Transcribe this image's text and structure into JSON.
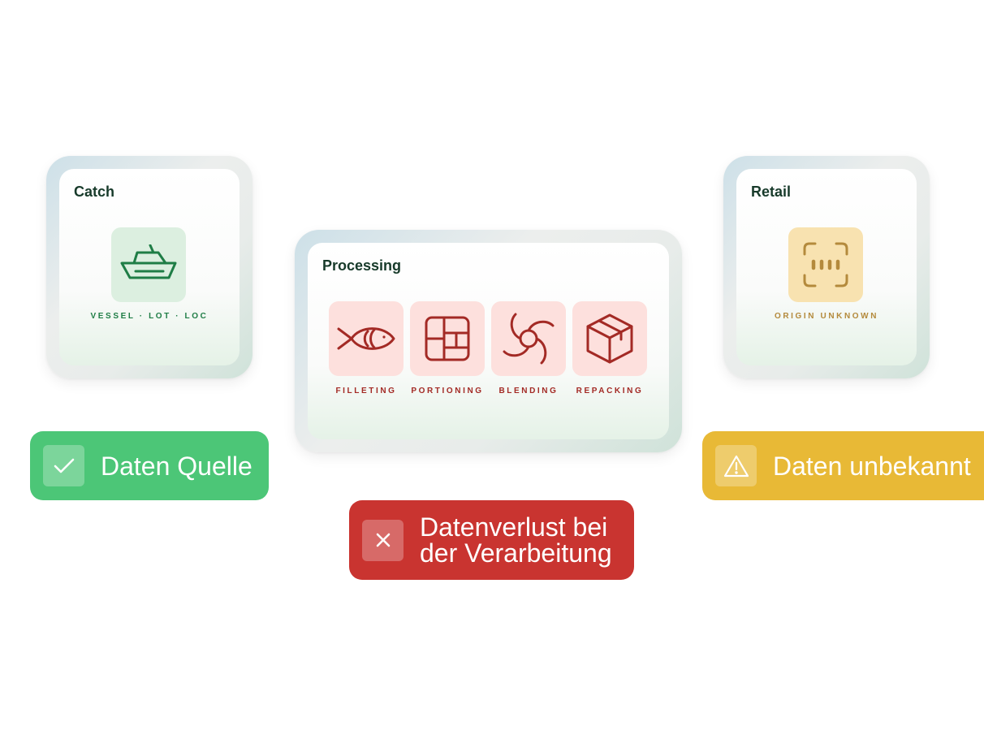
{
  "colors": {
    "green": "#4cc677",
    "red": "#c93430",
    "yellow": "#e8b936",
    "green_tile": "#dcefe0",
    "red_tile": "#fde0dd",
    "yellow_tile": "#f8e2b0",
    "green_ink": "#1f7d46",
    "red_ink": "#a32a25",
    "yellow_ink": "#b48a3c",
    "title_ink": "#173a2a"
  },
  "catch": {
    "title": "Catch",
    "icon": "boat-icon",
    "caption": "VESSEL · LOT · LOC"
  },
  "processing": {
    "title": "Processing",
    "steps": [
      {
        "label": "FILLETING",
        "icon": "fish-icon"
      },
      {
        "label": "PORTIONING",
        "icon": "grid-icon"
      },
      {
        "label": "BLENDING",
        "icon": "swirl-icon"
      },
      {
        "label": "REPACKING",
        "icon": "box-icon"
      }
    ]
  },
  "retail": {
    "title": "Retail",
    "icon": "barcode-scan-icon",
    "caption": "ORIGIN UNKNOWN"
  },
  "badges": {
    "source": {
      "text": "Daten Quelle",
      "icon": "check-icon"
    },
    "loss": {
      "line1": "Datenverlust bei",
      "line2": "der Verarbeitung",
      "icon": "close-icon"
    },
    "unknown": {
      "text": "Daten unbekannt",
      "icon": "warning-icon"
    }
  }
}
